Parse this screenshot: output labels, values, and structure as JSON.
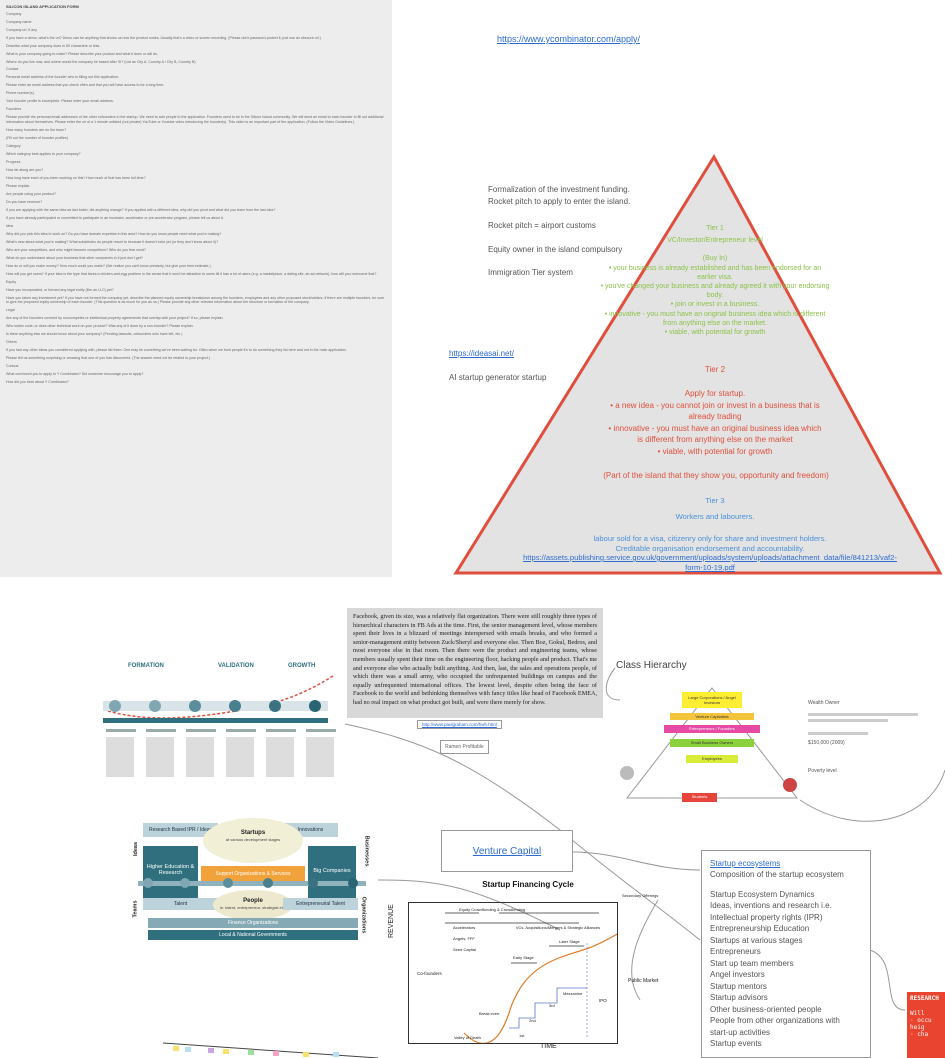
{
  "form": {
    "title": "SILICON ISLAND APPLICATION FORM",
    "lines": [
      "Company",
      "Company name:",
      "Company url, if any",
      "If you have a demo, what's the url? Demo can be anything that shows us how the product works. Usually that's a video or screen recording. (Please don't password-protect it; just use an obscure url.)",
      "Describe what your company does in 50 characters or less.",
      "What is your company going to make? Please describe your product and what it does or will do.",
      "Where do you live now, and where would the company be based after SI? (List as City A, Country A / City B, Country B)",
      "Contact",
      "Personal email address of the founder who is filling out this application:",
      "Please enter an email address that you check often and that you will have access to for a long time.",
      "Phone number(s)",
      "Your founder profile is incomplete. Please enter your email address.",
      "Founders",
      "Please provide the personal email addresses of the other cofounders in the startup. We need to add people to the application. Founders need to be in the Silicon Island community. We will send an email to each founder to fill out additional information about themselves. Please enter the url of a 1 minute unlisted (not private) YouTube or Youtube video introducing the founder(s). This video is an important part of the application. (Follow the Video Guidelines.)",
      "How many founders are on the team?",
      "(Fill out the number of founder profiles)",
      "Category",
      "Which category best applies to your company?",
      "Progress",
      "How far along are you?",
      "How long have each of you been working on this? How much of that has been full-time?",
      "Please explain.",
      "Are people using your product?",
      "Do you have revenue?",
      "If you are applying with the same idea as last batch, did anything change? If you applied with a different idea, why did you pivot and what did you learn from the last idea?",
      "If you have already participated or committed to participate in an incubator, accelerator or pre-accelerator program, please tell us about it.",
      "Idea",
      "Why did you pick this idea to work on? Do you have domain expertise in this area? How do you know people need what you're making?",
      "What's new about what you're making? What substitutes do people resort to because it doesn't exist yet (or they don't know about it)?",
      "Who are your competitors, and who might become competitors? Who do you fear most?",
      "What do you understand about your business that other companies in it just don't get?",
      "How do or will you make money? How much could you make? (We realize you can't know precisely, but give your best estimate.)",
      "How will you get users? If your idea is the type that faces a chicken-and-egg problem in the sense that it won't be attractive to users till it has a lot of users (e.g. a marketplace, a dating site, an ad network), how will you overcome that?",
      "Equity",
      "Have you incorporated, or formed any legal entity (like an LLC) yet?",
      "Have you taken any investment yet? If you have not formed the company yet, describe the planned equity ownership breakdown among the founders, employees and any other proposed stockholders. If there are multiple founders, be sure to give the proposed equity ownership of each founder. (This question is as much for you as us.) Please provide any other relevant information about the structure or formation of the company.",
      "Legal",
      "Are any of the founders covered by noncompetes or intellectual property agreements that overlap with your project? If so, please explain.",
      "Who writes code, or does other technical work on your product? Was any of it done by a non-founder? Please explain.",
      "Is there anything else we should know about your company? (Pending lawsuits, cofounders who have left, etc.)",
      "Others",
      "If you had any other ideas you considered applying with, please list them. One may be something we've been waiting for. Often when we fund people it's to do something they list here and not in the main application.",
      "Please tell us something surprising or amazing that one of you has discovered. (The answer need not be related to your project.)",
      "Curious",
      "What convinced you to apply to Y Combinator? Did someone encourage you to apply?",
      "How did you hear about Y Combinator?"
    ]
  },
  "links": {
    "ycombinator": "https://www.ycombinator.com/apply/",
    "ideasai": "https://ideasai.net/",
    "paulgraham": "http://www.paulgraham.com/hwh.html",
    "venture_capital": "Venture Capital",
    "startup_ecosystems": "Startup ecosystems",
    "gov_visa": "https://assets.publishing.service.gov.uk/government/uploads/system/uploads/attachment_data/file/841213/vaf2-form-10-19.pdf"
  },
  "notes": {
    "formalization_1": "Formalization of the investment funding.",
    "formalization_2": "Rocket pitch to apply to enter the island.",
    "rocket_pitch": "Rocket pitch = airport customs",
    "equity_owner": "Equity owner in the island compulsory",
    "immigration": "Immigration Tier system",
    "ai_generator": "AI startup generator startup",
    "ramen": "Ramen Profitable",
    "class_hierarchy": "Class Hierarchy"
  },
  "pyramid": {
    "tier1_title": "Tier 1",
    "tier1_sub": "VC/Investor/Entrepreneur level",
    "tier1_buyin": "(Buy In)",
    "tier1_items": [
      "your business is already established and has been endorsed for an earlier visa.",
      "you've changed your business and already agreed it with your endorsing body.",
      "join or invest in a business.",
      "innovative - you must have an original business idea which is different from anything else on the market.",
      "viable, with potential for growth"
    ],
    "tier2_title": "Tier 2",
    "tier2_sub": "Apply for startup.",
    "tier2_items": [
      "a new idea - you cannot join or invest in a business that is already trading",
      "innovative - you must have an original business idea which is different from anything else on the market",
      "viable, with potential for growth"
    ],
    "tier2_note": "(Part of the island that they show you, opportunity and freedom)",
    "tier3_title": "Tier 3",
    "tier3_sub": "Workers and labourers.",
    "tier3_line1": "labour sold for a visa, citizenry only for share and investment holders.",
    "tier3_line2": "Creditable organisation endorsement and accountability."
  },
  "stages": {
    "formation": "FORMATION",
    "validation": "VALIDATION",
    "growth": "GROWTH"
  },
  "ecosystem_diagram": {
    "research_ip": "Research Based IPR / Ideas",
    "startups": "Startups",
    "startups_sub": "at various development stages",
    "innovations": "Innovations",
    "higher_ed": "Higher Education & Research",
    "support": "Support Organizations & Services",
    "big_companies": "Big Companies",
    "talent": "Talent",
    "people": "People",
    "people_sub": "ie. talent, entrepreneur, strategist etc.",
    "entrepreneurial_talent": "Entrepreneurial Talent",
    "finance": "Finance Organizations",
    "gov": "Local & National Governments",
    "ideas_label": "Ideas",
    "teams_label": "Teams",
    "businesses_label": "Businesses",
    "organizations_label": "Organizations"
  },
  "financing": {
    "title": "Startup Financing Cycle",
    "equity": "Equity Crowdfunding & Crowdlending",
    "accelerators": "Accelerators",
    "angels": "Angels, FFF",
    "seed": "Seed Capital",
    "vcs": "VCs, Acquisitions/Mergers & Strategic Alliances",
    "early": "Early Stage",
    "later": "Later Stage",
    "cofounders": "Co-founders",
    "mezzanine": "Mezzanine",
    "ipo": "IPO",
    "secondary": "Secondary Offerings",
    "public": "Public Market",
    "breakeven": "Break even",
    "valley": "Valley of Death",
    "revenue": "REVENUE",
    "time": "TIME",
    "r1": "1st",
    "r2": "2nd",
    "r3": "3rd"
  },
  "hierarchy": {
    "large": "Large Corporations / Angel Investors",
    "venture": "Venture Capitalists",
    "entrepreneurs": "Entrepreneurs / Founders",
    "small": "Small Business Owners",
    "employees": "Employees",
    "students": "Students",
    "wealth": "Wealth Owner",
    "salary": "$150,000 (2009)",
    "poverty": "Poverty level"
  },
  "ecosystem_list": {
    "subtitle": "Composition of the startup ecosystem",
    "items": [
      "Startup Ecosystem Dynamics",
      "Ideas, inventions and research i.e.",
      "Intellectual property rights (IPR)",
      "Entrepreneurship Education",
      "Startups at various stages",
      "Entrepreneurs",
      "Start up team members",
      "Angel investors",
      "Startup mentors",
      "Startup advisors",
      "Other business-oriented people",
      "People from other organizations with",
      "start-up activities",
      "Startup events"
    ]
  },
  "book_excerpt": "Facebook, given its size, was a relatively flat organization. There were still roughly three types of hierarchical characters in FB Ads at the time. First, the senior management level, whose members spent their lives in a blizzard of meetings interspersed with emails breaks, and who formed a senior-management entity between Zuck/Sheryl and everyone else. Then Boz, Gokul, Bedros, and most everyone else in that room. Then there were the product and engineering teams, whose members usually spent their time on the engineering floor, hacking people and product. That's me and everyone else who actually built anything. And then, last, the sales and operations people, of which there was a small army, who occupied the unfrequented buildings on campus and the equally unfrequented international offices. The lowest level, despite often being the face of Facebook to the world and bethinking themselves with fancy titles like head of Facebook EMEA, had no real impact on what product got built, and were there merely for show.",
  "research": {
    "title": "RESEARCH",
    "will": "Will",
    "l1": "· occu",
    "l2": "  heig",
    "l3": "· cha"
  },
  "colors": {
    "pyramid_red": "#e04f3d",
    "tier1_green": "#8bc34a",
    "tier3_blue": "#4a90d9",
    "link_blue": "#2e6bd1",
    "teal": "#2f6f7e"
  }
}
